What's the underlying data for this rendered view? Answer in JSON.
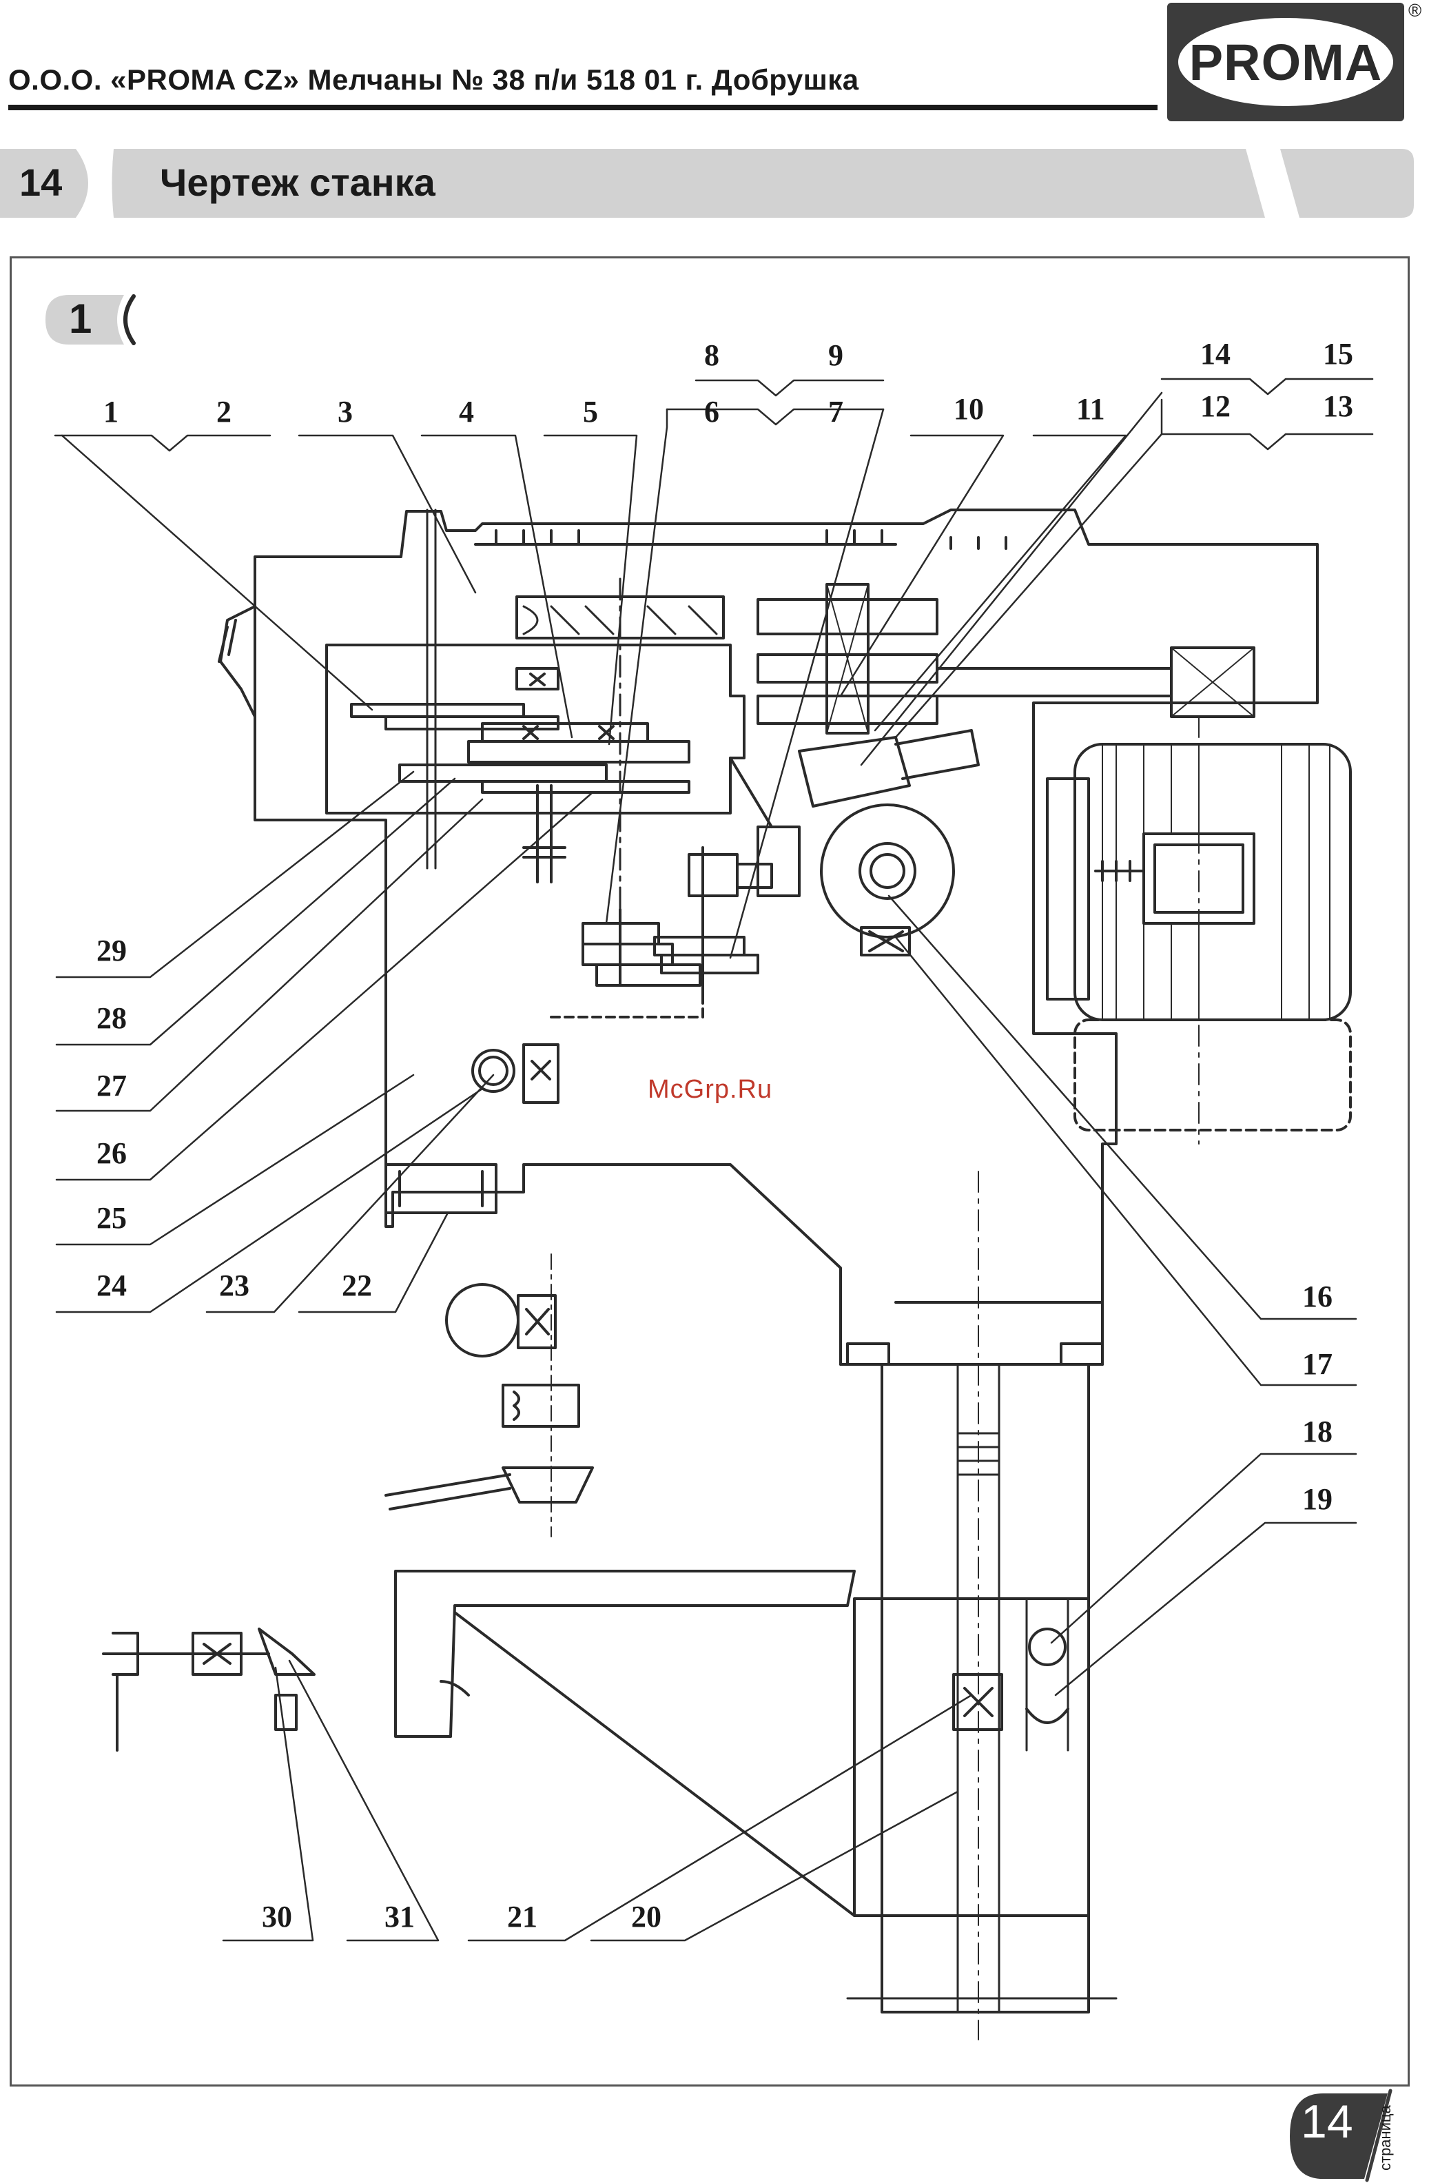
{
  "header": {
    "company_line": "О.О.О. «PROMA CZ» Мелчаны № 38 п/и 518 01 г. Добрушка",
    "logo_text": "PROMA",
    "registered_mark": "®"
  },
  "section": {
    "number": "14",
    "title": "Чертеж станка"
  },
  "figure": {
    "badge": "1",
    "watermark": "McGrp.Ru",
    "callouts": [
      "1",
      "2",
      "3",
      "4",
      "5",
      "6",
      "7",
      "8",
      "9",
      "10",
      "11",
      "12",
      "13",
      "14",
      "15",
      "16",
      "17",
      "18",
      "19",
      "20",
      "21",
      "22",
      "23",
      "24",
      "25",
      "26",
      "27",
      "28",
      "29",
      "30",
      "31"
    ]
  },
  "footer": {
    "page_number": "14",
    "page_word": "страница"
  },
  "colors": {
    "bar_gray": "#d2d2d2",
    "dark": "#3c3c3c",
    "watermark": "#c0392b"
  }
}
